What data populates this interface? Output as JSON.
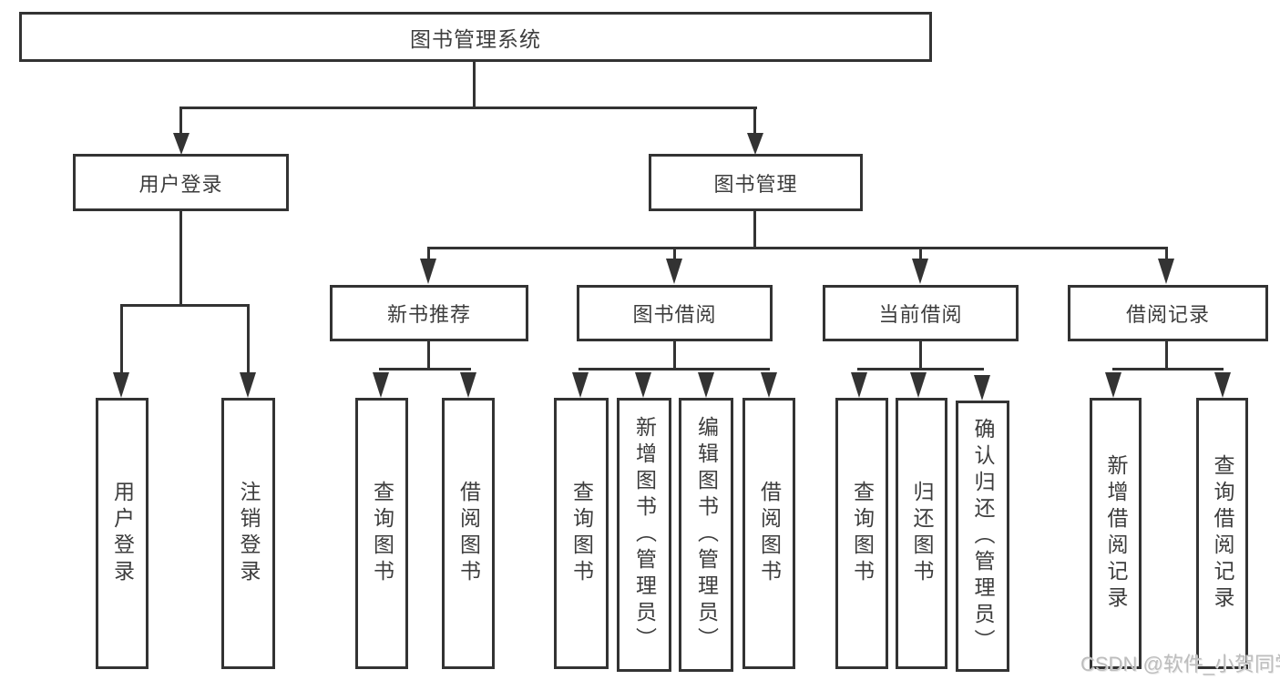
{
  "diagram": {
    "root": {
      "label": "图书管理系统"
    },
    "level1": [
      {
        "label": "用户登录"
      },
      {
        "label": "图书管理"
      }
    ],
    "level2": [
      {
        "label": "新书推荐"
      },
      {
        "label": "图书借阅"
      },
      {
        "label": "当前借阅"
      },
      {
        "label": "借阅记录"
      }
    ],
    "leaves": {
      "user_login": [
        "用户登录",
        "注销登录"
      ],
      "new_book": [
        "查询图书",
        "借阅图书"
      ],
      "borrow": [
        "查询图书",
        "新增图书（管理员）",
        "编辑图书（管理员）",
        "借阅图书"
      ],
      "current": [
        "查询图书",
        "归还图书",
        "确认归还（管理员）"
      ],
      "records": [
        "新增借阅记录",
        "查询借阅记录"
      ]
    }
  },
  "watermark": "CSDN @软件_小贺同学",
  "colors": {
    "line": "#333333",
    "text": "#3d3d3d",
    "watermark": "#bdbdbd",
    "background": "#ffffff"
  }
}
